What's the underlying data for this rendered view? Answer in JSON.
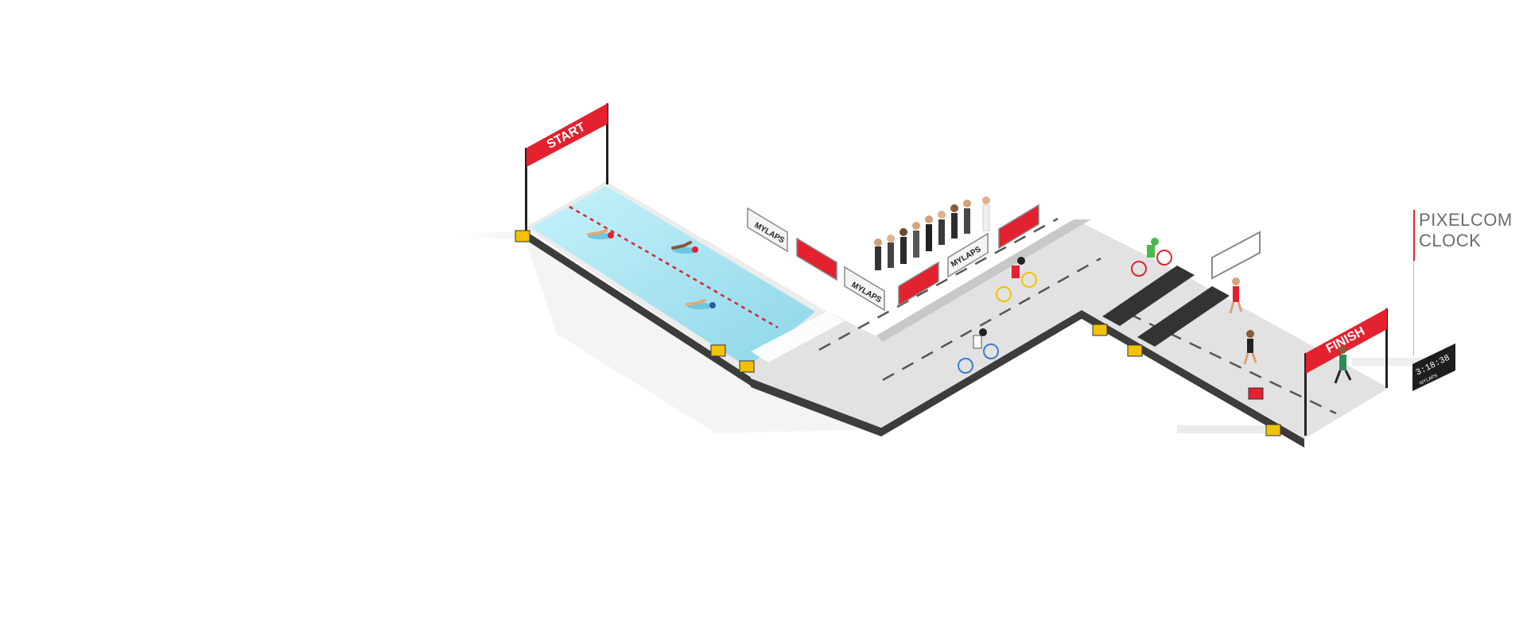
{
  "start_banner": "START",
  "finish_banner": "FINISH",
  "brand": "MYLAPS",
  "clock_display": "3:18:38",
  "clock_caption": "MYLAPS",
  "callout": {
    "line1": "PIXELCOM",
    "line2": "CLOCK"
  },
  "colors": {
    "accent_red": "#e3212f",
    "water": "#a9e6f2",
    "road": "#e2e2e2",
    "mat": "#333333",
    "decoder": "#f2c100"
  }
}
